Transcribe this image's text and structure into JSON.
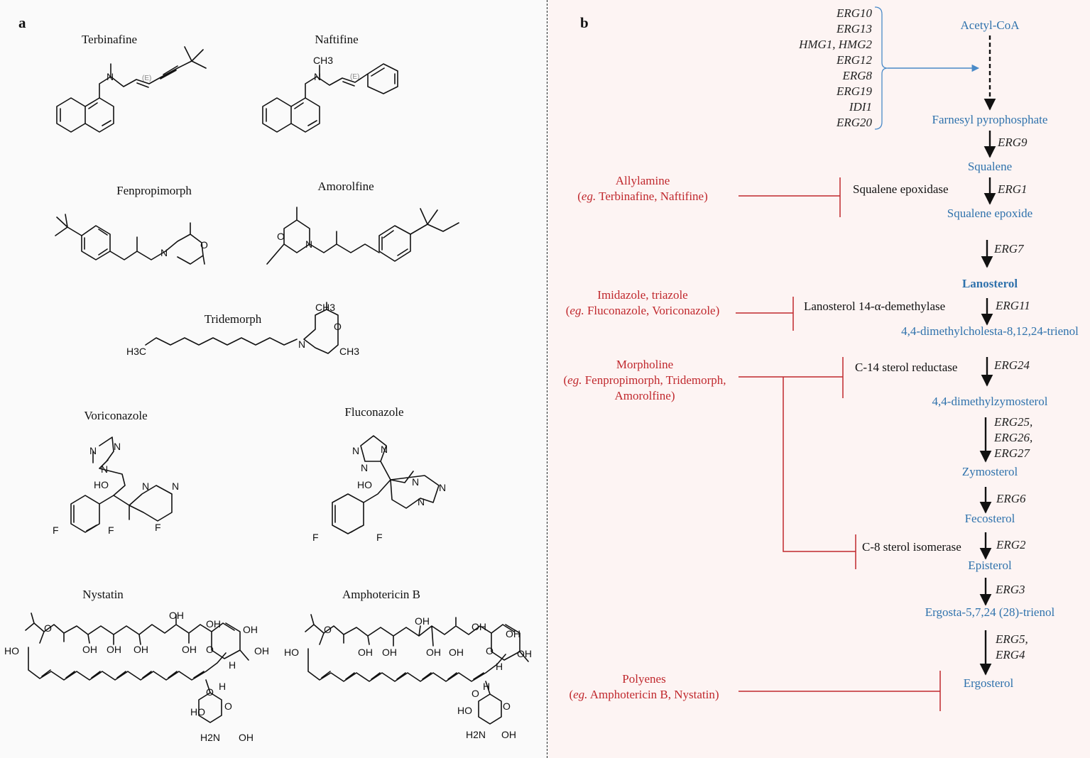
{
  "panel_a": {
    "label": "a",
    "compounds": {
      "terbinafine": {
        "name": "Terbinafine",
        "atoms": [
          "N",
          "(E)"
        ]
      },
      "naftifine": {
        "name": "Naftifine",
        "atoms": [
          "CH3",
          "N",
          "(E)"
        ]
      },
      "fenpropimorph": {
        "name": "Fenpropimorph",
        "atoms": [
          "N",
          "O"
        ]
      },
      "amorolfine": {
        "name": "Amorolfine",
        "atoms": [
          "O",
          "N"
        ]
      },
      "tridemorph": {
        "name": "Tridemorph",
        "atoms": [
          "CH3",
          "H3C",
          "N",
          "O",
          "CH3"
        ]
      },
      "voriconazole": {
        "name": "Voriconazole",
        "atoms": [
          "N",
          "N",
          "N",
          "HO",
          "N",
          "N",
          "F",
          "F",
          "F"
        ]
      },
      "fluconazole": {
        "name": "Fluconazole",
        "atoms": [
          "N",
          "N",
          "N",
          "HO",
          "N",
          "N",
          "N",
          "F",
          "F"
        ]
      },
      "nystatin": {
        "name": "Nystatin",
        "atoms": [
          "OH",
          "OH",
          "OH",
          "OH",
          "OH",
          "OH",
          "OH",
          "HO",
          "O",
          "OH",
          "H",
          "O",
          "HO",
          "H",
          "O",
          "HO",
          "OH",
          "H2N",
          "O"
        ]
      },
      "amphotericin_b": {
        "name": "Amphotericin B",
        "atoms": [
          "OH",
          "OH",
          "OH",
          "OH",
          "OH",
          "OH",
          "OH",
          "HO",
          "O",
          "OH",
          "H",
          "O",
          "HO",
          "H",
          "O",
          "HO",
          "OH",
          "H2N",
          "O"
        ]
      }
    }
  },
  "panel_b": {
    "label": "b",
    "upstream_genes": [
      "ERG10",
      "ERG13",
      "HMG1, HMG2",
      "ERG12",
      "ERG8",
      "ERG19",
      "IDI1",
      "ERG20"
    ],
    "metabolites": {
      "acetyl_coa": "Acetyl-CoA",
      "farnesyl_pp": "Farnesyl pyrophosphate",
      "squalene": "Squalene",
      "squalene_epoxide": "Squalene epoxide",
      "lanosterol": "Lanosterol",
      "dimethylcholestatrienol": "4,4-dimethylcholesta-8,12,24-trienol",
      "dimethylzymosterol": "4,4-dimethylzymosterol",
      "zymosterol": "Zymosterol",
      "fecosterol": "Fecosterol",
      "episterol": "Episterol",
      "ergostatrienol": "Ergosta-5,7,24 (28)-trienol",
      "ergosterol": "Ergosterol"
    },
    "steps": {
      "erg9": "ERG9",
      "erg1": "ERG1",
      "erg7": "ERG7",
      "erg11": "ERG11",
      "erg24": "ERG24",
      "erg25": [
        "ERG25,",
        "ERG26,",
        "ERG27"
      ],
      "erg6": "ERG6",
      "erg2": "ERG2",
      "erg3": "ERG3",
      "erg5": [
        "ERG5,",
        "ERG4"
      ]
    },
    "enzymes": {
      "squalene_epoxidase": "Squalene epoxidase",
      "lanosterol_demethylase": "Lanosterol 14-α-demethylase",
      "c14_reductase": "C-14 sterol reductase",
      "c8_isomerase": "C-8 sterol isomerase"
    },
    "inhibitors": {
      "allylamine": {
        "class": "Allylamine",
        "prefix": "eg.",
        "examples": " Terbinafine, Naftifine)"
      },
      "azole": {
        "class": "Imidazole, triazole",
        "prefix": "eg.",
        "examples": " Fluconazole, Voriconazole)"
      },
      "morpholine": {
        "class": "Morpholine",
        "prefix": "eg.",
        "examples": " Fenpropimorph, Tridemorph,",
        "examples_2": "Amorolfine)"
      },
      "polyene": {
        "class": "Polyenes",
        "prefix": "eg.",
        "examples": " Amphotericin B, Nystatin)"
      }
    },
    "colors": {
      "metabolite": "#2f72ac",
      "inhibitor": "#c0282d",
      "arrow": "#111111"
    }
  }
}
